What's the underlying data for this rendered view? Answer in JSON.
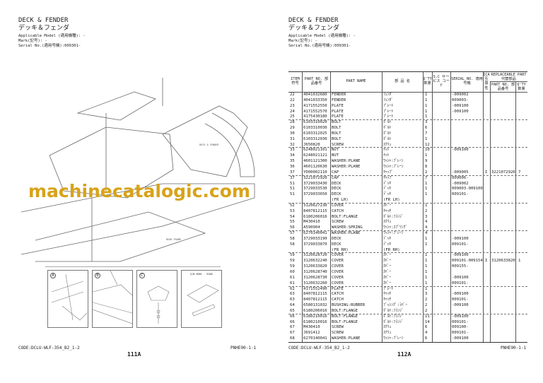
{
  "left_page": {
    "title_en": "DECK & FENDER",
    "title_jp": "デッキ＆フェンダ",
    "applicable_model": "Applicable Model (適用機種): -",
    "mark": "Mark(記号): -",
    "serial": "Serial No.(適用号機):009301-",
    "code": "CODE:DCLU-WLF-354_B2_1-2",
    "ref": "PNHE90-1-1",
    "page_number": "111A",
    "detail_labels": [
      "A",
      "B",
      "C"
    ],
    "detail_note": "S/N 9001 - 9100",
    "diagram_labels": [
      "DECK & FENDER",
      "REAR FRAME"
    ]
  },
  "right_page": {
    "title_en": "DECK & FENDER",
    "title_jp": "デッキ＆フェンダ",
    "applicable_model": "Applicable Model (適用機種): -",
    "mark": "Mark(記号): -",
    "serial": "Serial No.(適用号機):009301-",
    "code": "CODE:DCLU-WLF-354_B2_1-2",
    "ref": "PNHE90-1-1",
    "page_number": "112A"
  },
  "table": {
    "headers": {
      "item": "ITEM 符号",
      "part_no": "PART NO. 部品番号",
      "part_name": "PART NAME",
      "jp_name": "部 品 名",
      "qty": "Q'TY 数量",
      "sc": "S.C サービス コード",
      "serial": "SERIAL NO. 適用号機",
      "ica": "ICA 互換性",
      "replaceable": "REPLACEABLE PART 代替部品",
      "repl_part_no": "PART NO. 部品番号",
      "repl_qty": "Q'TY 数量"
    },
    "rows": [
      [
        "22",
        "4041032680",
        "FENDER",
        "ﾌｪﾝﾀﾞ",
        "1",
        "",
        "-009002",
        "",
        "",
        ""
      ],
      [
        "22",
        "4041033350",
        "FENDER",
        "ﾌｪﾝﾀﾞ",
        "1",
        "",
        "009003-",
        "",
        "",
        ""
      ],
      [
        "23",
        "4171552550",
        "PLATE",
        "ﾌﾟﾚｰﾄ",
        "1",
        "",
        "-009100",
        "",
        "",
        ""
      ],
      [
        "24",
        "4171552570",
        "PLATE",
        "ﾌﾟﾚｰﾄ",
        "1",
        "",
        "-009100",
        "",
        "",
        ""
      ],
      [
        "25",
        "4175430180",
        "PLATE",
        "ﾌﾟﾚｰﾄ",
        "1",
        "",
        "",
        "",
        "",
        ""
      ],
      [
        "28",
        "6103310020",
        "BOLT",
        "ﾎﾞﾙﾄ",
        "3",
        "",
        "",
        "",
        "",
        ""
      ],
      [
        "29",
        "6103310030",
        "BOLT",
        "ﾎﾞﾙﾄ",
        "6",
        "",
        "",
        "",
        "",
        ""
      ],
      [
        "30",
        "6103312025",
        "BOLT",
        "ﾎﾞﾙﾄ",
        "7",
        "",
        "",
        "",
        "",
        ""
      ],
      [
        "31",
        "6103312030",
        "BOLT",
        "ﾎﾞﾙﾄ",
        "1",
        "",
        "",
        "",
        "",
        ""
      ],
      [
        "32",
        "J650820",
        "SCREW",
        "ｽｸﾘｭ",
        "12",
        "",
        "",
        "",
        "",
        ""
      ],
      [
        "33",
        "6248021101",
        "NUT",
        "ﾅｯﾄ",
        "10",
        "",
        "-009100",
        "",
        "",
        ""
      ],
      [
        "34",
        "6248021121",
        "NUT",
        "ﾅｯﾄ",
        "1",
        "",
        "",
        "",
        "",
        ""
      ],
      [
        "35",
        "4601121300",
        "WASHER:PLANE",
        "ﾜｯｼｬ:ﾌﾟﾚｰﾝ",
        "9",
        "",
        "",
        "",
        "",
        ""
      ],
      [
        "36",
        "4601120630",
        "WASHER:PLANE",
        "ﾜｯｼｬ:ﾌﾟﾚｰﾝ",
        "8",
        "",
        "",
        "",
        "",
        ""
      ],
      [
        "37",
        "YD00002110",
        "CAP",
        "ｷｬｯﾌﾟ",
        "2",
        "",
        "-009005",
        "I",
        "3221072920",
        "7"
      ],
      [
        "37",
        "3221072920",
        "CAP",
        "ｷｬｯﾌﾟ",
        "7",
        "",
        "009006-",
        "",
        "",
        ""
      ],
      [
        "51",
        "3729033430",
        "DECK",
        "ﾃﾞｯｷ",
        "1",
        "",
        "-009002",
        "",
        "",
        ""
      ],
      [
        "51",
        "3729033530",
        "DECK",
        "ﾃﾞｯｷ",
        "1",
        "",
        "009003-009100",
        "",
        "",
        ""
      ],
      [
        "51",
        "3729033650",
        "DECK",
        "ﾃﾞｯｷ",
        "1",
        "",
        "009101-",
        "",
        "",
        ""
      ],
      [
        "",
        "",
        "(FR LH)",
        "(FR LH)",
        "",
        "",
        "",
        "",
        "",
        ""
      ],
      [
        "52",
        "3120627230",
        "COVER",
        "ｶﾊﾞｰ",
        "1",
        "",
        "",
        "",
        "",
        ""
      ],
      [
        "53",
        "8407812115",
        "CATCH",
        "ｷｬｯﾁ",
        "2",
        "",
        "",
        "",
        "",
        ""
      ],
      [
        "54",
        "6180206016",
        "BOLT:FLANGE",
        "ﾎﾞﾙﾄ:ﾌﾗﾝｼﾞ",
        "3",
        "",
        "",
        "",
        "",
        ""
      ],
      [
        "55",
        "M430410",
        "SCREW",
        "ｽｸﾘｭ",
        "4",
        "",
        "",
        "",
        "",
        ""
      ],
      [
        "56",
        "A590904",
        "WASHER:SPRING",
        "ﾜｯｼｬ:ｽﾌﾟﾘﾝｸﾞ",
        "4",
        "",
        "",
        "",
        "",
        ""
      ],
      [
        "57",
        "6270140041",
        "WASHER:PLANE",
        "ﾜｯｼｬ:ﾌﾟﾚｰﾝ",
        "4",
        "",
        "",
        "",
        "",
        ""
      ],
      [
        "58",
        "3729033190",
        "DECK",
        "ﾃﾞｯｷ",
        "1",
        "",
        "-009100",
        "",
        "",
        ""
      ],
      [
        "58",
        "3729033870",
        "DECK",
        "ﾃﾞｯｷ",
        "1",
        "",
        "009101-",
        "",
        "",
        ""
      ],
      [
        "",
        "",
        "(FR RH)",
        "(FR RH)",
        "",
        "",
        "",
        "",
        "",
        ""
      ],
      [
        "59",
        "3120628720",
        "COVER",
        "ｶﾊﾞｰ",
        "1",
        "",
        "-009100",
        "",
        "",
        ""
      ],
      [
        "59",
        "3120632240",
        "COVER",
        "ｶﾊﾞｰ",
        "1",
        "",
        "009101-009154",
        "I",
        "3120633820",
        "1"
      ],
      [
        "59",
        "3120633820",
        "COVER",
        "ｶﾊﾞｰ",
        "1",
        "",
        "009155-",
        "",
        "",
        ""
      ],
      [
        "60",
        "3120628740",
        "COVER",
        "ｶﾊﾞｰ",
        "1",
        "",
        "",
        "",
        "",
        ""
      ],
      [
        "61",
        "3120628730",
        "COVER",
        "ｶﾊﾞｰ",
        "1",
        "",
        "-009100",
        "",
        "",
        ""
      ],
      [
        "61",
        "3120632260",
        "COVER",
        "ｶﾊﾞｰ",
        "1",
        "",
        "009101-",
        "",
        "",
        ""
      ],
      [
        "62",
        "4171552490",
        "PLATE",
        "ﾌﾟﾚｰﾄ",
        "1",
        "",
        "",
        "",
        "",
        ""
      ],
      [
        "63",
        "8407812115",
        "CATCH",
        "ｷｬｯﾁ",
        "3",
        "",
        "-009100",
        "",
        "",
        ""
      ],
      [
        "63",
        "8407812115",
        "CATCH",
        "ｷｬｯﾁ",
        "2",
        "",
        "009101-",
        "",
        "",
        ""
      ],
      [
        "64",
        "6580131032",
        "BUSHING:RUBBER",
        "ﾌﾞｯｼﾝｸﾞ:ﾗﾊﾞｰ",
        "2",
        "",
        "-009100",
        "",
        "",
        ""
      ],
      [
        "65",
        "6180206016",
        "BOLT:FLANGE",
        "ﾎﾞﾙﾄ:ﾌﾗﾝｼﾞ",
        "2",
        "",
        "",
        "",
        "",
        ""
      ],
      [
        "66",
        "6180210016",
        "BOLT:FLANGE",
        "ﾎﾞﾙﾄ:ﾌﾗﾝｼﾞ",
        "11",
        "",
        "-009100",
        "",
        "",
        ""
      ],
      [
        "66",
        "6180210016",
        "BOLT:FLANGE",
        "ﾎﾞﾙﾄ:ﾌﾗﾝｼﾞ",
        "14",
        "",
        "009101-",
        "",
        "",
        ""
      ],
      [
        "67",
        "M430410",
        "SCREW",
        "ｽｸﾘｭ",
        "6",
        "",
        "009100-",
        "",
        "",
        ""
      ],
      [
        "67",
        "J691412",
        "SCREW",
        "ｽｸﾘｭ",
        "4",
        "",
        "009101-",
        "",
        "",
        ""
      ],
      [
        "68",
        "6270140041",
        "WASHER:PLANE",
        "ﾜｯｼｬ:ﾌﾟﾚｰﾝ",
        "6",
        "",
        "-009100",
        "",
        "",
        ""
      ]
    ]
  },
  "watermark": "machinecatalogic.com",
  "colors": {
    "watermark": "#d8a31a",
    "ink": "#222222"
  }
}
